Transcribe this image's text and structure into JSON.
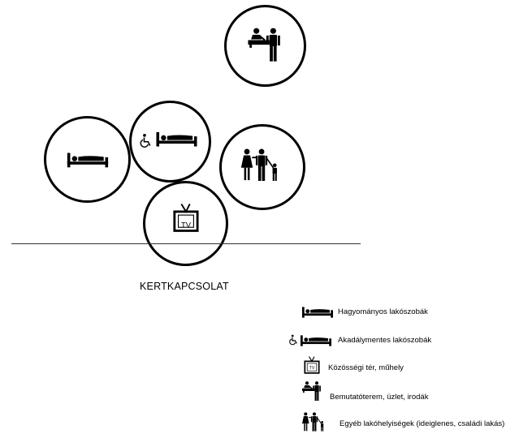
{
  "diagram": {
    "ground_label": "KERTKAPCSOLAT",
    "tv_label": "TV",
    "legend": [
      {
        "icon": "bed-icon",
        "label": "Hagyományos lakószobák"
      },
      {
        "icon": "accessible-bed-icon",
        "label": "Akadálymentes lakószobák"
      },
      {
        "icon": "tv-icon",
        "label": "Közösségi tér, műhely"
      },
      {
        "icon": "reception-desk-icon",
        "label": "Bemutatóterem, üzlet, irodák"
      },
      {
        "icon": "family-icon",
        "label": "Egyéb lakóhelyiségek (ideiglenes, családi lakás)"
      }
    ]
  }
}
